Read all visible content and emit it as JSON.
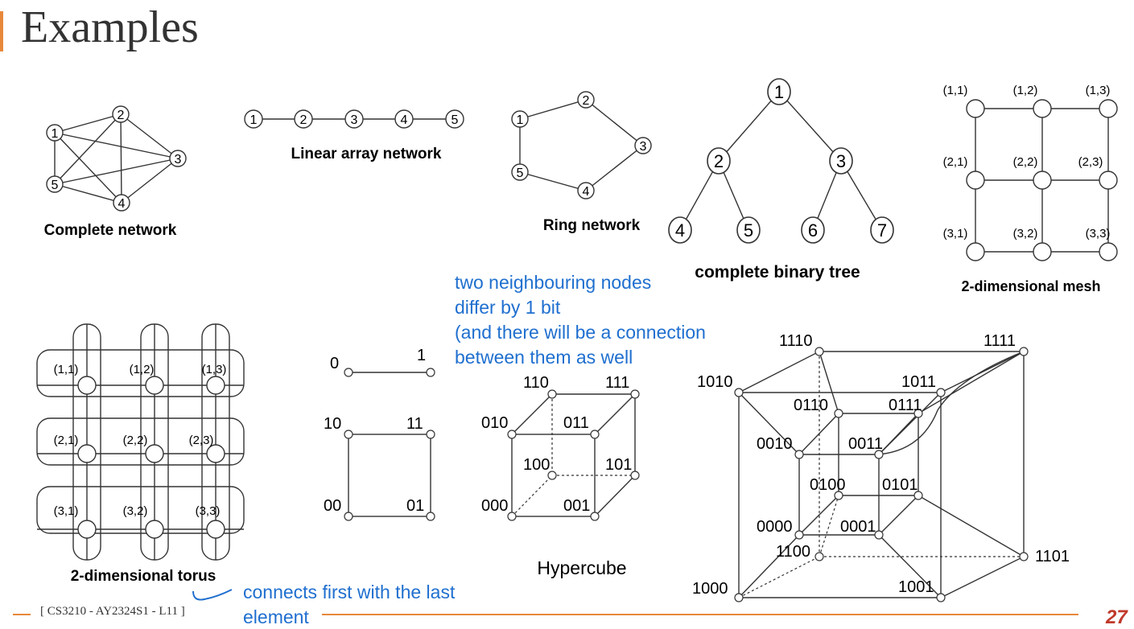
{
  "title": "Examples",
  "footer": {
    "text": "[ CS3210 - AY2324S1 - L11 ]",
    "page_number": "27"
  },
  "complete": {
    "caption": "Complete network",
    "nodes": [
      "1",
      "2",
      "3",
      "4",
      "5"
    ]
  },
  "linear": {
    "caption": "Linear array network",
    "nodes": [
      "1",
      "2",
      "3",
      "4",
      "5"
    ]
  },
  "ring": {
    "caption": "Ring network",
    "nodes": [
      "1",
      "2",
      "3",
      "4",
      "5"
    ]
  },
  "tree": {
    "caption": "complete binary tree",
    "nodes": [
      "1",
      "2",
      "3",
      "4",
      "5",
      "6",
      "7"
    ]
  },
  "mesh": {
    "caption": "2-dimensional mesh",
    "labels": [
      "(1,1)",
      "(1,2)",
      "(1,3)",
      "(2,1)",
      "(2,2)",
      "(2,3)",
      "(3,1)",
      "(3,2)",
      "(3,3)"
    ]
  },
  "torus": {
    "caption": "2-dimensional torus",
    "labels": [
      "(1,1)",
      "(1,2)",
      "(1,3)",
      "(2,1)",
      "(2,2)",
      "(2,3)",
      "(3,1)",
      "(3,2)",
      "(3,3)"
    ]
  },
  "hypercube": {
    "caption": "Hypercube",
    "d1": [
      "0",
      "1"
    ],
    "d2": [
      "10",
      "11",
      "00",
      "01"
    ],
    "d3": [
      "110",
      "111",
      "010",
      "011",
      "100",
      "101",
      "000",
      "001"
    ],
    "d4": [
      "1110",
      "1111",
      "1010",
      "1011",
      "0110",
      "0111",
      "0010",
      "0011",
      "0100",
      "0101",
      "0000",
      "0001",
      "1100",
      "1101",
      "1000",
      "1001"
    ]
  },
  "annotations": {
    "neighbour_note": [
      "two neighbouring nodes",
      "differ by 1 bit",
      "(and there will be a connection",
      "between them as well"
    ],
    "torus_note": [
      "connects first with the last",
      "element"
    ]
  },
  "colors": {
    "accent": "#e8883a",
    "annotation": "#1f6fcf",
    "page_number": "#c0392b"
  }
}
